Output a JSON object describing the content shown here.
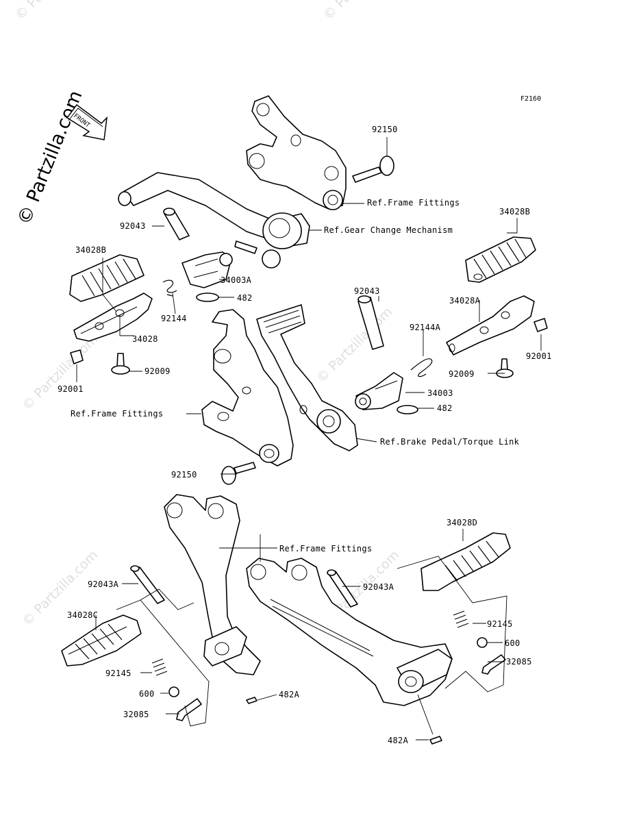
{
  "figure_code": "F2160",
  "front_label": "FRONT",
  "brand_watermark": "© Partzilla.com",
  "labels": {
    "p92150_top": "92150",
    "ref_frame_top": "Ref.Frame Fittings",
    "ref_gear": "Ref.Gear Change Mechanism",
    "p92043_left": "92043",
    "p34028B_left": "34028B",
    "p34003A": "34003A",
    "p482_left": "482",
    "p92144": "92144",
    "p34028": "34028",
    "p92009_left": "92009",
    "p92001_left": "92001",
    "ref_frame_mid": "Ref.Frame Fittings",
    "p92150_mid": "92150",
    "p34028B_right": "34028B",
    "p92043_right": "92043",
    "p34028A": "34028A",
    "p92144A": "92144A",
    "p92001_right": "92001",
    "p92009_right": "92009",
    "p34003": "34003",
    "p482_right": "482",
    "ref_brake": "Ref.Brake Pedal/Torque Link",
    "p34028D": "34028D",
    "ref_frame_low": "Ref.Frame Fittings",
    "p92043A_left": "92043A",
    "p92043A_right": "92043A",
    "p34028C": "34028C",
    "p92145_right": "92145",
    "p600_right": "600",
    "p32085_right": "32085",
    "p92145_left": "92145",
    "p600_left": "600",
    "p482A_left": "482A",
    "p32085_left": "32085",
    "p482A_right": "482A"
  }
}
